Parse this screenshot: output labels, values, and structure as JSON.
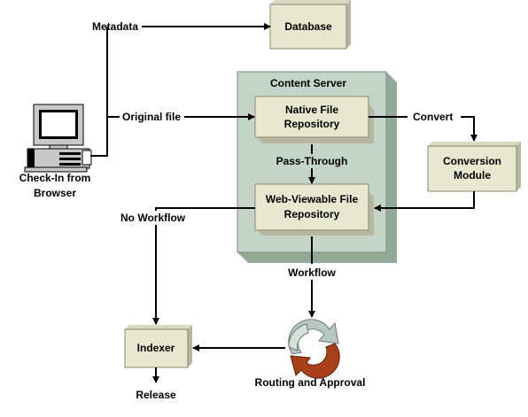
{
  "nodes": {
    "database": {
      "label": "Database"
    },
    "content_server": {
      "label": "Content  Server"
    },
    "native_repo": {
      "line1": "Native File",
      "line2": "Repository"
    },
    "web_repo": {
      "line1": "Web-Viewable File",
      "line2": "Repository"
    },
    "conversion": {
      "line1": "Conversion",
      "line2": "Module"
    },
    "indexer": {
      "label": "Indexer"
    },
    "computer": {
      "icon": "computer-icon",
      "line1": "Check-In from",
      "line2": "Browser"
    },
    "routing": {
      "icon": "cycle-arrows-icon",
      "label": "Routing and Approval"
    }
  },
  "edges": {
    "metadata": "Metadata",
    "original_file": "Original file",
    "convert": "Convert",
    "pass_through": "Pass-Through",
    "no_workflow": "No Workflow",
    "workflow": "Workflow",
    "release": "Release"
  },
  "colors": {
    "box_face": "#e8e8d0",
    "box_shade": "#b8b8a0",
    "server_face": "#c4d4c8",
    "server_shade": "#94a898",
    "cycle_light": "#b8c8c0",
    "cycle_dark": "#a8401c",
    "line": "#000000"
  }
}
